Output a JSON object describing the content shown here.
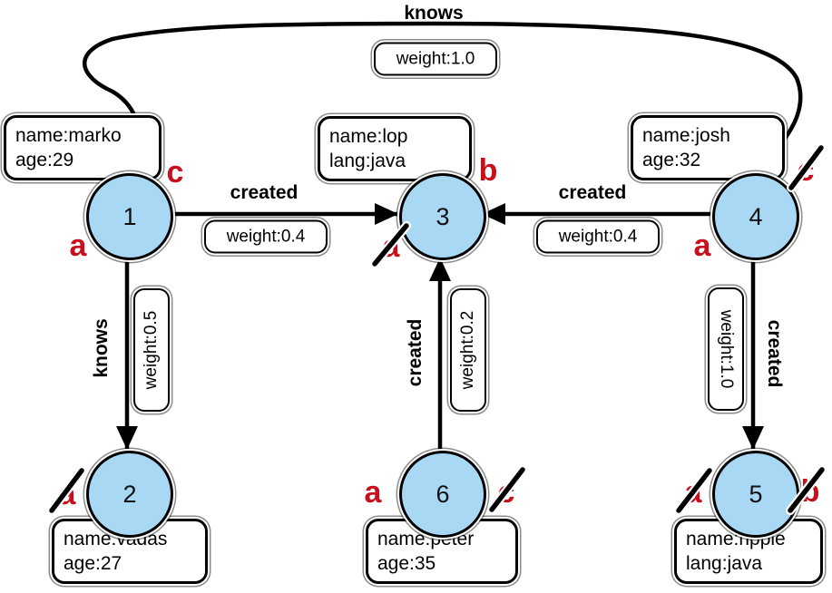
{
  "colors": {
    "node_fill": "#a9d8f5",
    "node_stroke": "#000000",
    "marker_red": "#c8101c",
    "background": "#ffffff"
  },
  "nodes": [
    {
      "id": "1",
      "props_line1": "name:marko",
      "props_line2": "age:29"
    },
    {
      "id": "2",
      "props_line1": "name:vadas",
      "props_line2": "age:27"
    },
    {
      "id": "3",
      "props_line1": "name:lop",
      "props_line2": "lang:java"
    },
    {
      "id": "4",
      "props_line1": "name:josh",
      "props_line2": "age:32"
    },
    {
      "id": "5",
      "props_line1": "name:ripple",
      "props_line2": "lang:java"
    },
    {
      "id": "6",
      "props_line1": "name:peter",
      "props_line2": "age:35"
    }
  ],
  "edges": [
    {
      "from": "1",
      "to": "4",
      "label": "knows",
      "weight": "weight:1.0"
    },
    {
      "from": "1",
      "to": "3",
      "label": "created",
      "weight": "weight:0.4"
    },
    {
      "from": "4",
      "to": "3",
      "label": "created",
      "weight": "weight:0.4"
    },
    {
      "from": "1",
      "to": "2",
      "label": "knows",
      "weight": "weight:0.5"
    },
    {
      "from": "6",
      "to": "3",
      "label": "created",
      "weight": "weight:0.2"
    },
    {
      "from": "4",
      "to": "5",
      "label": "created",
      "weight": "weight:1.0"
    }
  ],
  "step_markers": [
    {
      "node": "1",
      "letter": "c",
      "crossed": false
    },
    {
      "node": "1",
      "letter": "a",
      "crossed": false
    },
    {
      "node": "3",
      "letter": "b",
      "crossed": false
    },
    {
      "node": "3",
      "letter": "a",
      "crossed": true
    },
    {
      "node": "4",
      "letter": "c",
      "crossed": true
    },
    {
      "node": "4",
      "letter": "a",
      "crossed": false
    },
    {
      "node": "2",
      "letter": "a",
      "crossed": true
    },
    {
      "node": "6",
      "letter": "a",
      "crossed": false
    },
    {
      "node": "6",
      "letter": "c",
      "crossed": true
    },
    {
      "node": "5",
      "letter": "a",
      "crossed": true
    },
    {
      "node": "5",
      "letter": "b",
      "crossed": true
    }
  ]
}
